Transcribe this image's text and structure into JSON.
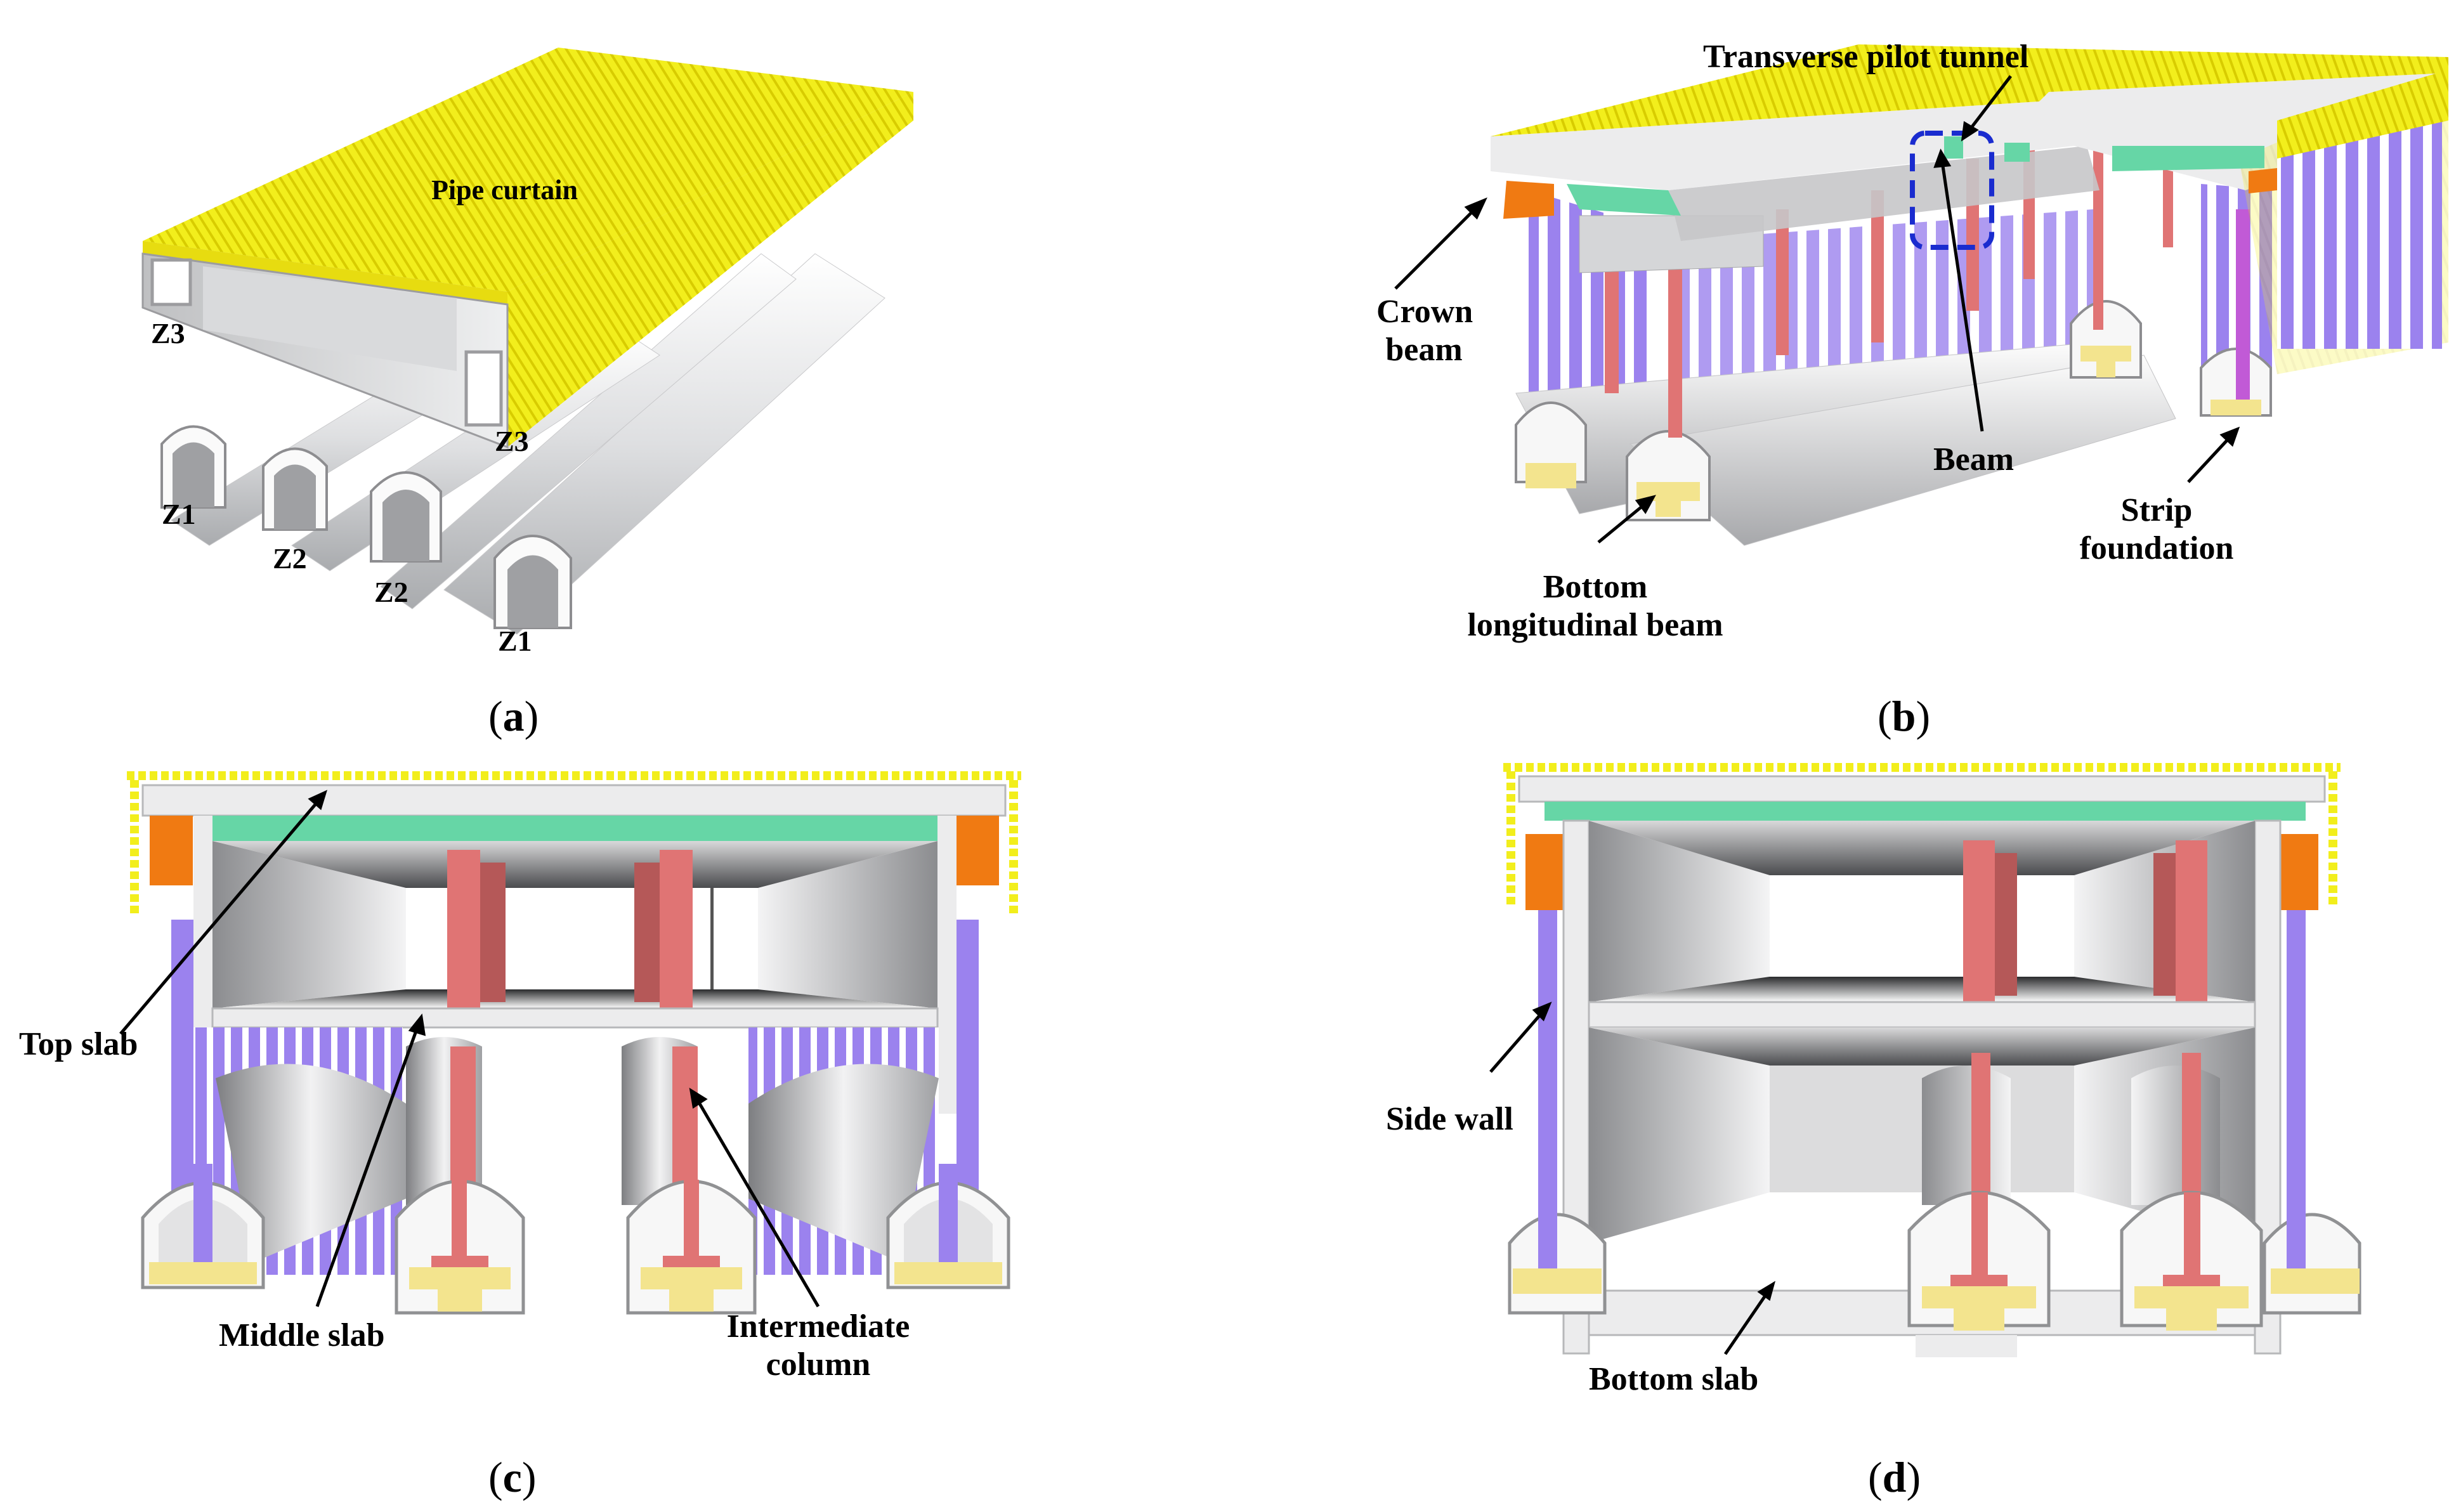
{
  "colors": {
    "pipe_yellow": "#f2ee1c",
    "pipe_edge": "#d7c400",
    "concrete": "#e9e9ea",
    "concrete_shade": "#bfc0c2",
    "green_slab": "#66d6a6",
    "crown_orange": "#f07a12",
    "column_red": "#e07474",
    "wall_purple": "#9b82ee",
    "foundation_yellow": "#f3e48e",
    "dash_blue": "#1a2ccf"
  },
  "panel_a": {
    "caption_letter": "a",
    "labels": {
      "pipe_curtain": "Pipe curtain",
      "z3_left": "Z3",
      "z3_right": "Z3",
      "z1_left": "Z1",
      "z2_left": "Z2",
      "z2_right": "Z2",
      "z1_right": "Z1"
    }
  },
  "panel_b": {
    "caption_letter": "b",
    "labels": {
      "transverse_pilot_tunnel": "Transverse pilot tunnel",
      "crown_beam_1": "Crown",
      "crown_beam_2": "beam",
      "beam": "Beam",
      "strip_foundation_1": "Strip",
      "strip_foundation_2": "foundation",
      "bottom_beam_1": "Bottom",
      "bottom_beam_2": "longitudinal beam"
    }
  },
  "panel_c": {
    "caption_letter": "c",
    "labels": {
      "top_slab": "Top slab",
      "middle_slab": "Middle slab",
      "intermediate_column_1": "Intermediate",
      "intermediate_column_2": "column"
    }
  },
  "panel_d": {
    "caption_letter": "d",
    "labels": {
      "side_wall": "Side wall",
      "bottom_slab": "Bottom slab"
    }
  }
}
